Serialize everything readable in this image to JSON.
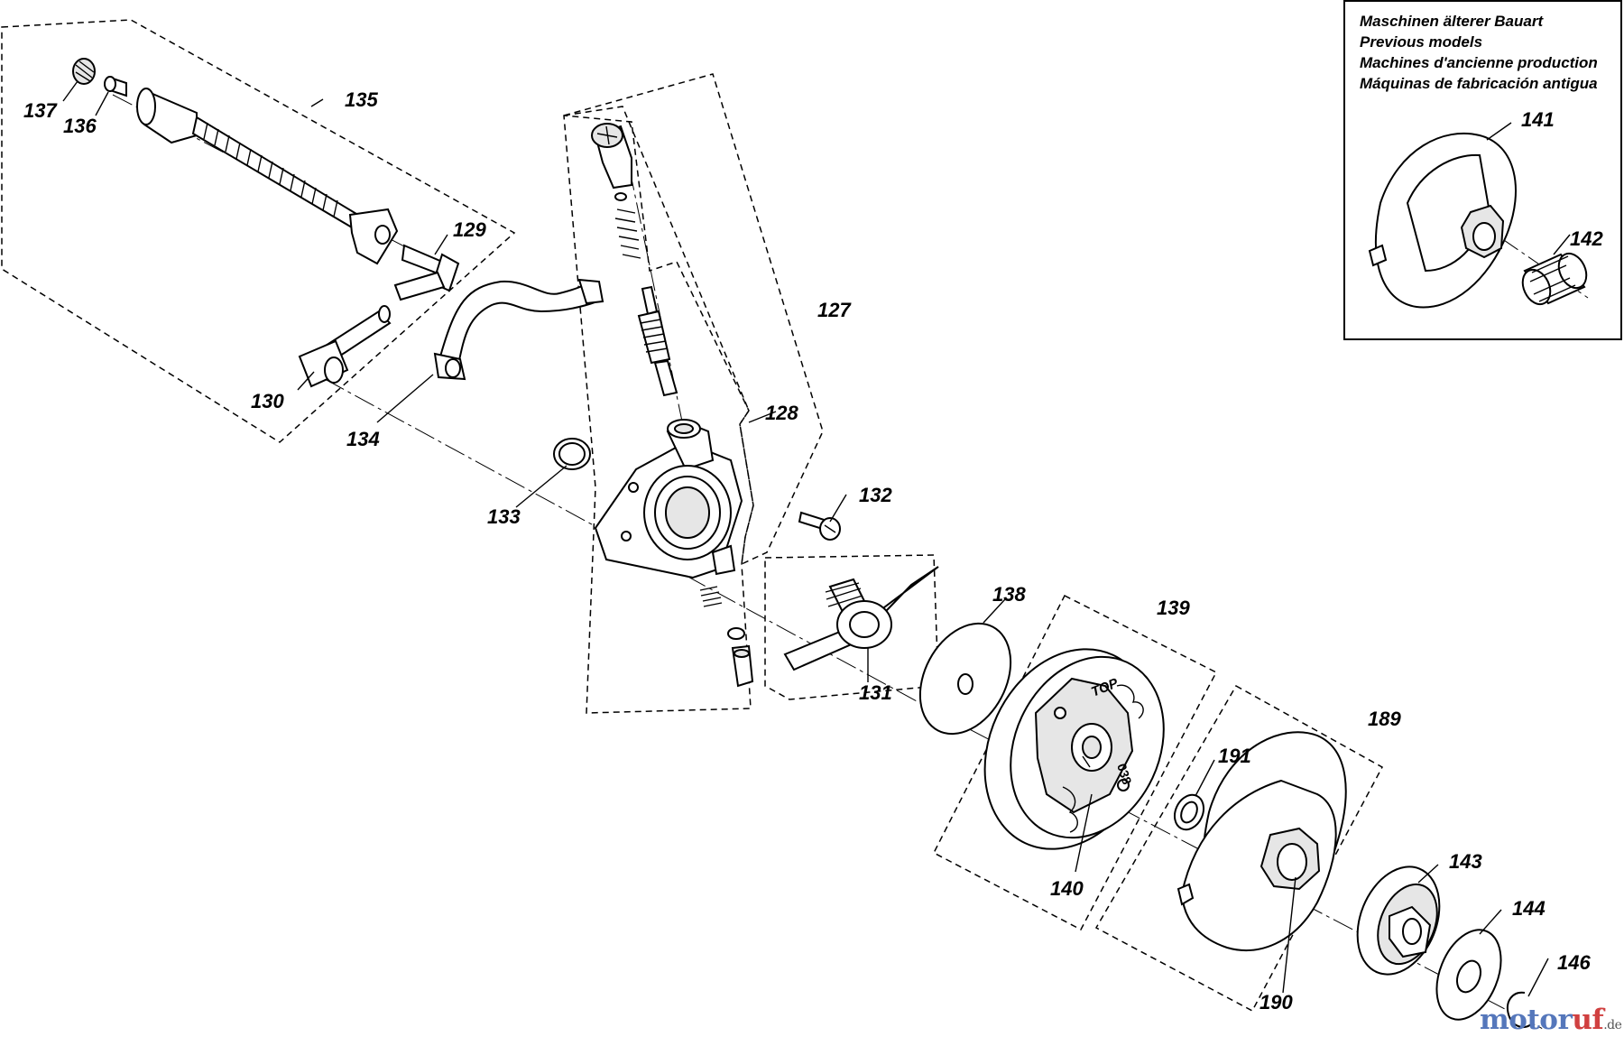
{
  "inset": {
    "lines": [
      "Maschinen älterer Bauart",
      "Previous models",
      "Machines d'ancienne production",
      "Máquinas de fabricación antigua"
    ]
  },
  "labels": {
    "p127": "127",
    "p128": "128",
    "p129": "129",
    "p130": "130",
    "p131": "131",
    "p132": "132",
    "p133": "133",
    "p134": "134",
    "p135": "135",
    "p136": "136",
    "p137": "137",
    "p138": "138",
    "p139": "139",
    "p140": "140",
    "p141": "141",
    "p142": "142",
    "p143": "143",
    "p144": "144",
    "p146": "146",
    "p189": "189",
    "p190": "190",
    "p191": "191"
  },
  "clutch_marks": {
    "top": "TOP",
    "model": "038"
  },
  "watermark": {
    "brand_a": "motor",
    "brand_b": "uf",
    "suffix": ".de"
  }
}
